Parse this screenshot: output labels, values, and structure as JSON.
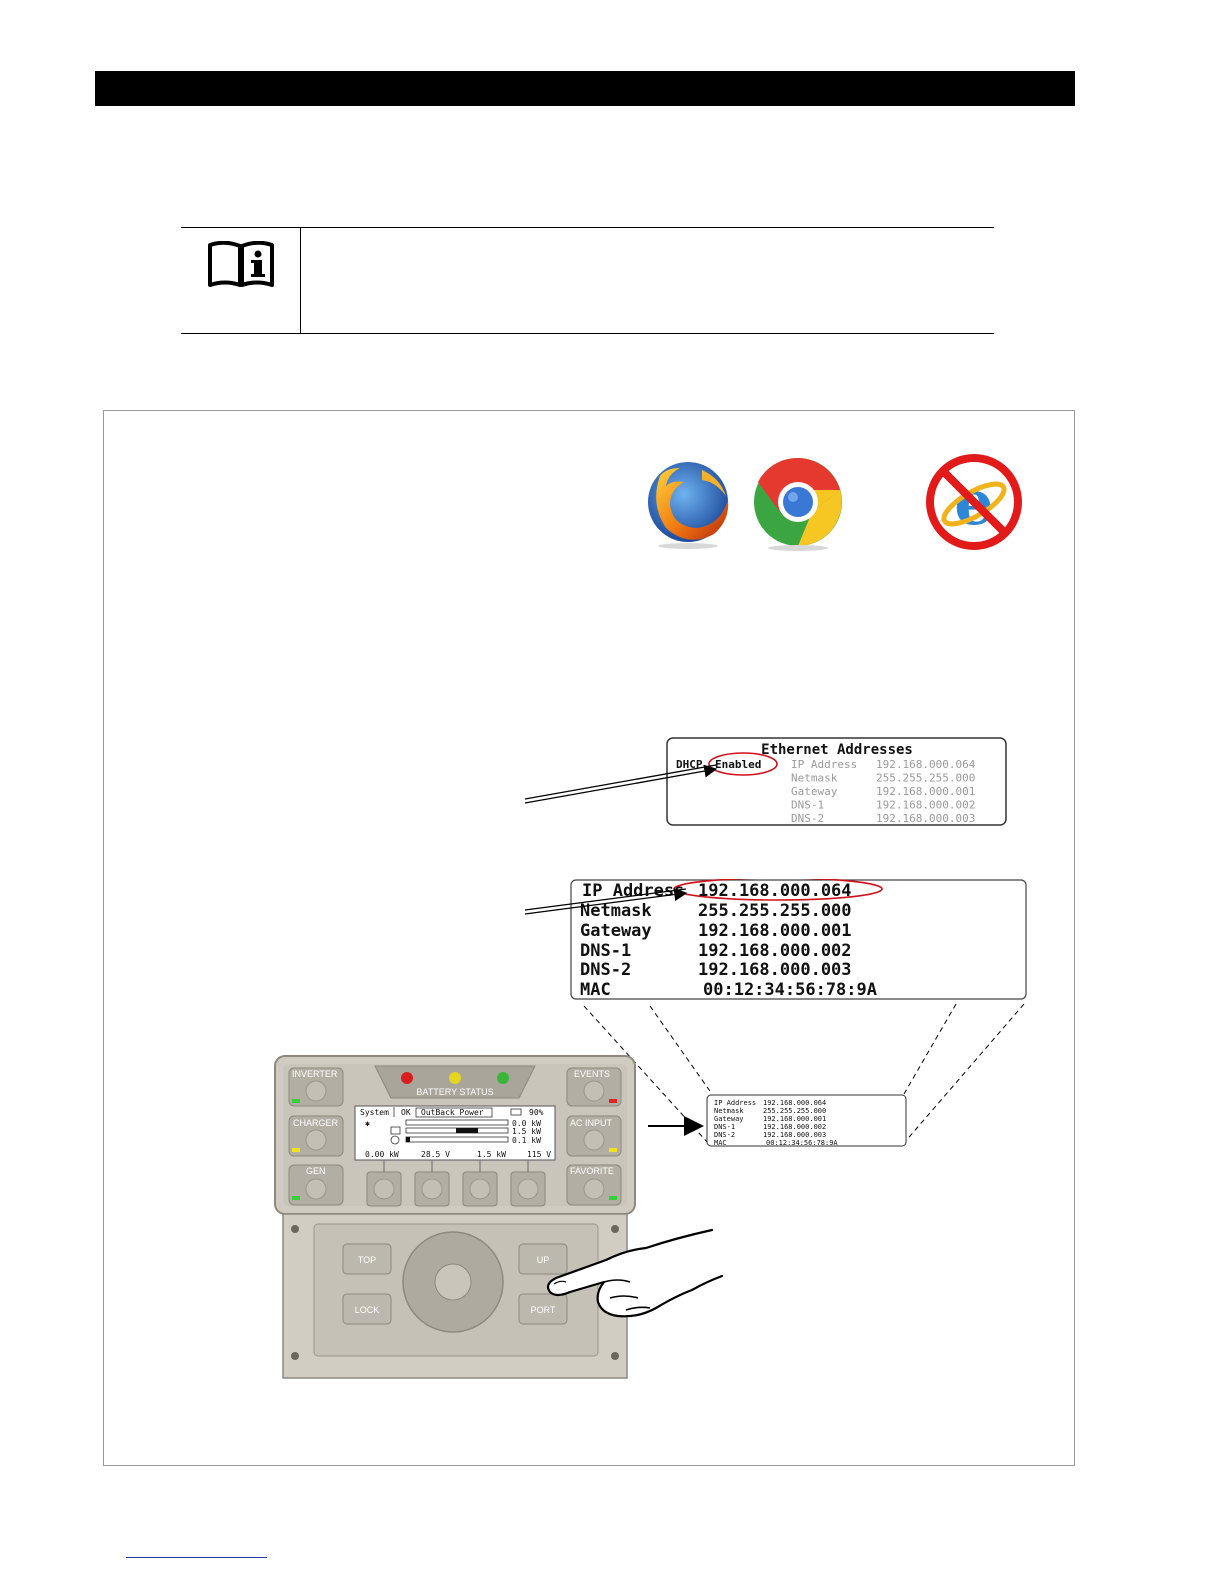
{
  "browsers": {
    "supported": [
      "firefox-logo",
      "chrome-logo"
    ],
    "not_supported": [
      "internet-explorer-logo"
    ]
  },
  "ethernet_screen": {
    "title": "Ethernet Addresses",
    "dhcp_label": "DHCP",
    "dhcp_value": "Enabled",
    "rows": [
      {
        "label": "IP Address",
        "value": "192.168.000.064"
      },
      {
        "label": "Netmask",
        "value": "255.255.255.000"
      },
      {
        "label": "Gateway",
        "value": "192.168.000.001"
      },
      {
        "label": "DNS-1",
        "value": "192.168.000.002"
      },
      {
        "label": "DNS-2",
        "value": "192.168.000.003"
      }
    ]
  },
  "address_screen": {
    "rows": [
      {
        "label": "IP Address",
        "value": "192.168.000.064"
      },
      {
        "label": "Netmask",
        "value": "255.255.255.000"
      },
      {
        "label": "Gateway",
        "value": "192.168.000.001"
      },
      {
        "label": "DNS-1",
        "value": "192.168.000.002"
      },
      {
        "label": "DNS-2",
        "value": "192.168.000.003"
      },
      {
        "label": "MAC",
        "value": "00:12:34:56:78:9A"
      }
    ]
  },
  "small_screen": {
    "rows": [
      {
        "label": "IP Address",
        "value": "192.168.000.064"
      },
      {
        "label": "Netmask",
        "value": "255.255.255.000"
      },
      {
        "label": "Gateway",
        "value": "192.168.000.001"
      },
      {
        "label": "DNS-1",
        "value": "192.168.000.002"
      },
      {
        "label": "DNS-2",
        "value": "192.168.000.003"
      },
      {
        "label": "MAC",
        "value": "00:12:34:56:78:9A"
      }
    ]
  },
  "device": {
    "battery_status": "BATTERY STATUS",
    "left_buttons": [
      "INVERTER",
      "CHARGER",
      "GEN"
    ],
    "right_buttons": [
      "EVENTS",
      "AC INPUT",
      "FAVORITE"
    ],
    "nav_buttons": {
      "top": "TOP",
      "lock": "LOCK",
      "up": "UP",
      "port": "PORT"
    },
    "lcd": {
      "tab_system": "System",
      "tab_ok": "OK",
      "tab_brand": "OutBack Power",
      "soc": "90%",
      "row1": "0.0 kW",
      "row2": "1.5 kW",
      "row3": "0.1 kW",
      "f1": "0.00 kW",
      "f2": "28.5 V",
      "f3": "1.5 kW",
      "f4": "115 V"
    }
  },
  "colors": {
    "highlight_ellipse": "#d0101a",
    "device_panel": "#cfcbc0",
    "footer_link": "#2a3aaa"
  }
}
